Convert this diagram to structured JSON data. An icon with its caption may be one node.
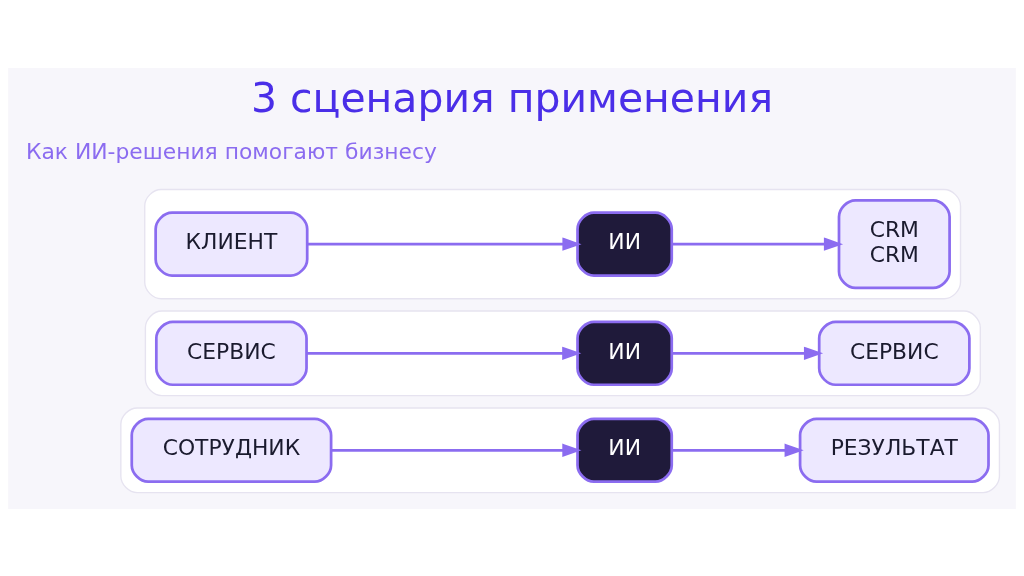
{
  "diagram": {
    "title": "3 сценария применения",
    "nodes": [
      {
        "text": [],
        "shape": "box"
      },
      {
        "text": [
          "КЛИЕНТ"
        ],
        "in": 0
      },
      {
        "text": [
          "ИИ"
        ],
        "in": 0
      },
      {
        "text": [
          "CRM",
          "CRM"
        ],
        "in": 0
      },
      {
        "text": [],
        "shape": "box"
      },
      {
        "text": [
          "СЕРВИС"
        ],
        "in": 4
      },
      {
        "text": [
          "ИИ"
        ],
        "in": 4
      },
      {
        "text": [
          "СЕРВИС"
        ],
        "in": 4
      },
      {
        "text": [],
        "shape": "box"
      },
      {
        "text": [
          "СОТРУДНИК"
        ],
        "in": 8
      },
      {
        "text": [
          "ИИ"
        ],
        "in": 8
      },
      {
        "text": [
          "РЕЗУЛЬТАТ"
        ],
        "in": 8
      }
    ],
    "edges": [
      {
        "from": 1,
        "to": 2,
        "arrow": "to"
      },
      {
        "from": 2,
        "to": 3,
        "arrow": "to"
      },
      {
        "from": 5,
        "to": 6,
        "arrow": "to"
      },
      {
        "from": 6,
        "to": 7,
        "arrow": "to"
      },
      {
        "from": 9,
        "to": 10,
        "arrow": "to"
      },
      {
        "from": 10,
        "to": 11,
        "arrow": "to"
      }
    ],
    "labels": [
      "Как ИИ-решения помогают бизнесу"
    ]
  }
}
